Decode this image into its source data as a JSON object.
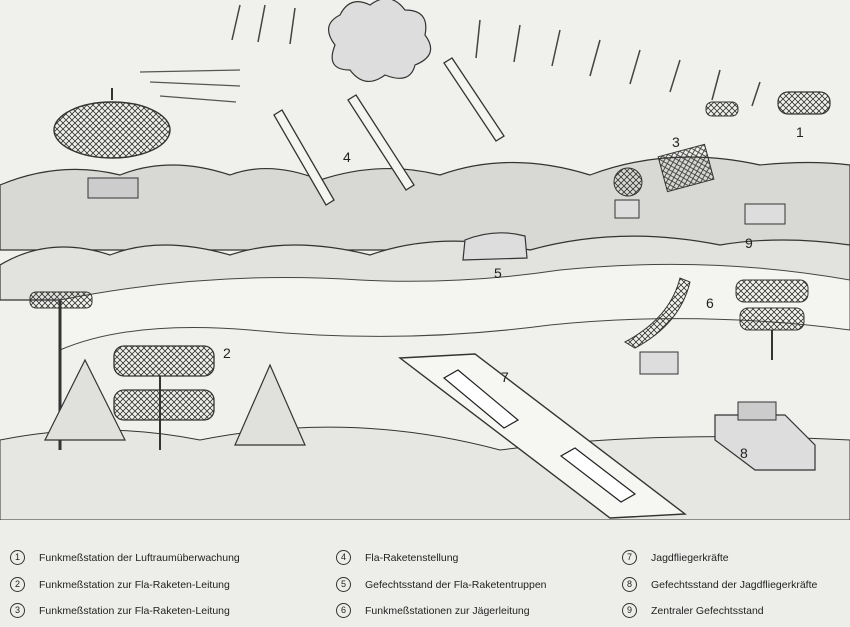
{
  "diagram": {
    "markers": [
      "1",
      "2",
      "3",
      "4",
      "5",
      "6",
      "7",
      "8",
      "9"
    ]
  },
  "legend": {
    "items": [
      {
        "num": "1",
        "label": "Funkmeßstation der Luftraumüberwachung"
      },
      {
        "num": "2",
        "label": "Funkmeßstation zur Fla-Raketen-Leitung"
      },
      {
        "num": "3",
        "label": "Funkmeßstation zur Fla-Raketen-Leitung"
      },
      {
        "num": "4",
        "label": "Fla-Raketenstellung"
      },
      {
        "num": "5",
        "label": "Gefechtsstand der Fla-Raketentruppen"
      },
      {
        "num": "6",
        "label": "Funkmeßstationen zur Jägerleitung"
      },
      {
        "num": "7",
        "label": "Jagdfliegerkräfte"
      },
      {
        "num": "8",
        "label": "Gefechtsstand der Jagdfliegerkräfte"
      },
      {
        "num": "9",
        "label": "Zentraler Gefechtsstand"
      }
    ]
  }
}
